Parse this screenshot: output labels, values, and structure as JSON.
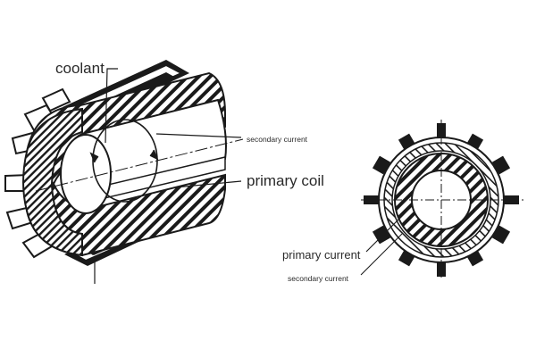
{
  "labels": {
    "coolant": "coolant",
    "secondary_current_left": "secondary current",
    "primary_coil": "primary coil",
    "primary_current": "primary current",
    "secondary_current_right": "secondary current"
  },
  "colors": {
    "ink": "#1a1a1a",
    "paper": "#ffffff",
    "text": "#2a2a2a"
  }
}
